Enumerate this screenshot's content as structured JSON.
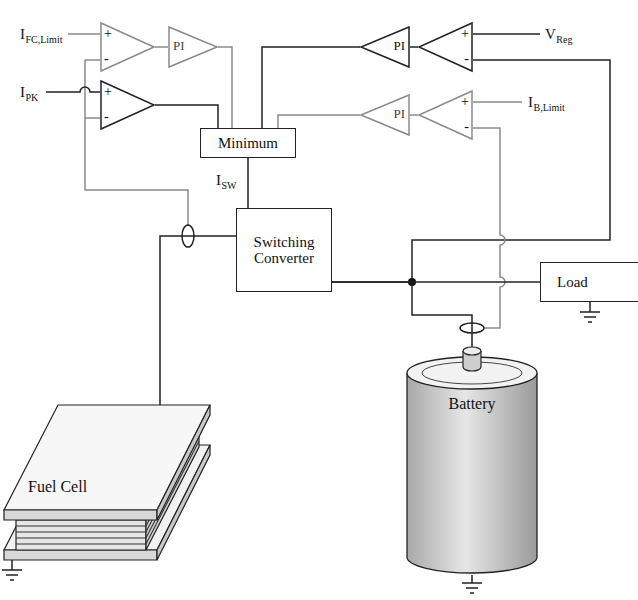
{
  "diagram": {
    "nodes": [
      {
        "text": [
          "+",
          "-"
        ]
      },
      {
        "text": [
          "PI"
        ]
      },
      {
        "text": [
          "PI"
        ]
      },
      {
        "text": [
          "+",
          "-"
        ]
      },
      {
        "text": [
          "+",
          "-"
        ]
      },
      {
        "text": [
          "PI"
        ]
      },
      {
        "text": [
          "+",
          "-"
        ]
      },
      {
        "text": [
          "Minimum"
        ]
      },
      {
        "text": [
          "Switching Converter"
        ]
      },
      {
        "text": [
          "Load"
        ]
      },
      {
        "text": [
          "Fuel Cell"
        ]
      },
      {
        "text": [
          "Battery"
        ]
      }
    ],
    "edges": [
      {
        "from": 0,
        "to": 1,
        "arrow": "none"
      },
      {
        "from": 1,
        "to": 7,
        "arrow": "none"
      },
      {
        "from": 4,
        "to": 7,
        "arrow": "none"
      },
      {
        "from": 3,
        "to": 2,
        "arrow": "none"
      },
      {
        "from": 2,
        "to": 7,
        "arrow": "none"
      },
      {
        "from": 6,
        "to": 5,
        "arrow": "none"
      },
      {
        "from": 5,
        "to": 7,
        "arrow": "none"
      },
      {
        "from": 7,
        "to": 8,
        "arrow": "none"
      },
      {
        "from": 10,
        "to": 8,
        "arrow": "none"
      },
      {
        "from": 8,
        "to": 9,
        "arrow": "none"
      },
      {
        "from": 8,
        "to": 11,
        "arrow": "none"
      }
    ],
    "labels": [
      "I",
      "FC,Limit",
      "I",
      "PK",
      "V",
      "Reg",
      "I",
      "B,Limit",
      "I",
      "SW"
    ]
  }
}
